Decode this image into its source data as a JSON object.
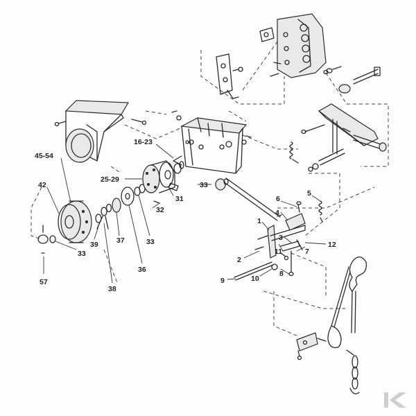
{
  "labels": {
    "l_16_23": "16-23",
    "l_45_54": "45-54",
    "l_25_29": "25-29",
    "l_42": "42",
    "l_33a": "33",
    "l_33b": "33",
    "l_33c": "33",
    "l_31": "31",
    "l_32": "32",
    "l_39": "39",
    "l_37": "37",
    "l_36": "36",
    "l_38": "38",
    "l_57": "57",
    "l_6": "6",
    "l_5": "5",
    "l_4": "4",
    "l_1": "1",
    "l_3": "3",
    "l_12": "12",
    "l_7": "7",
    "l_2": "2",
    "l_11": "11",
    "l_8": "8",
    "l_9": "9",
    "l_10": "10"
  },
  "colors": {
    "ink": "#2a2a2a",
    "paper": "#fdfdfc",
    "watermark": "#cfcfcf"
  },
  "icons": {
    "watermark": "k-logo-icon"
  }
}
